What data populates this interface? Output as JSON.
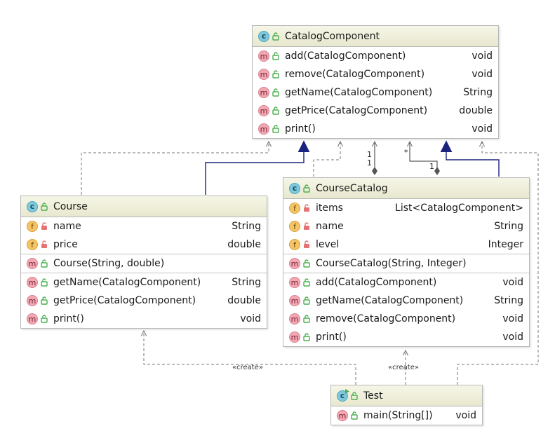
{
  "colors": {
    "header_bg": "#e8e8cf",
    "border": "#b7b7b7",
    "dashed_line": "#777777",
    "solid_arrow": "#1a237e",
    "visibility_green": "#4caf50",
    "lock_red": "#e57373"
  },
  "classes": {
    "catalog_component": {
      "name": "CatalogComponent",
      "kind_icon": "class-icon",
      "kind_letter": "c",
      "methods": [
        {
          "name": "add(CatalogComponent)",
          "type": "void"
        },
        {
          "name": "remove(CatalogComponent)",
          "type": "void"
        },
        {
          "name": "getName(CatalogComponent)",
          "type": "String"
        },
        {
          "name": "getPrice(CatalogComponent)",
          "type": "double"
        },
        {
          "name": "print()",
          "type": "void"
        }
      ]
    },
    "course": {
      "name": "Course",
      "kind_icon": "class-icon",
      "kind_letter": "c",
      "fields": [
        {
          "name": "name",
          "type": "String"
        },
        {
          "name": "price",
          "type": "double"
        }
      ],
      "constructors": [
        {
          "name": "Course(String, double)",
          "type": ""
        }
      ],
      "methods": [
        {
          "name": "getName(CatalogComponent)",
          "type": "String"
        },
        {
          "name": "getPrice(CatalogComponent)",
          "type": "double"
        },
        {
          "name": "print()",
          "type": "void"
        }
      ]
    },
    "course_catalog": {
      "name": "CourseCatalog",
      "kind_icon": "class-icon",
      "kind_letter": "c",
      "fields": [
        {
          "name": "items",
          "type": "List<CatalogComponent>"
        },
        {
          "name": "name",
          "type": "String"
        },
        {
          "name": "level",
          "type": "Integer"
        }
      ],
      "constructors": [
        {
          "name": "CourseCatalog(String, Integer)",
          "type": ""
        }
      ],
      "methods": [
        {
          "name": "add(CatalogComponent)",
          "type": "void"
        },
        {
          "name": "getName(CatalogComponent)",
          "type": "String"
        },
        {
          "name": "remove(CatalogComponent)",
          "type": "void"
        },
        {
          "name": "print()",
          "type": "void"
        }
      ]
    },
    "test": {
      "name": "Test",
      "kind_icon": "runnable-class-icon",
      "kind_letter": "c",
      "methods": [
        {
          "name": "main(String[])",
          "type": "void"
        }
      ]
    }
  },
  "relations": {
    "create_label_left": "«create»",
    "create_label_right": "«create»",
    "mult_one_a": "1",
    "mult_one_b": "1",
    "mult_many": "*",
    "mult_one_c": "1"
  }
}
